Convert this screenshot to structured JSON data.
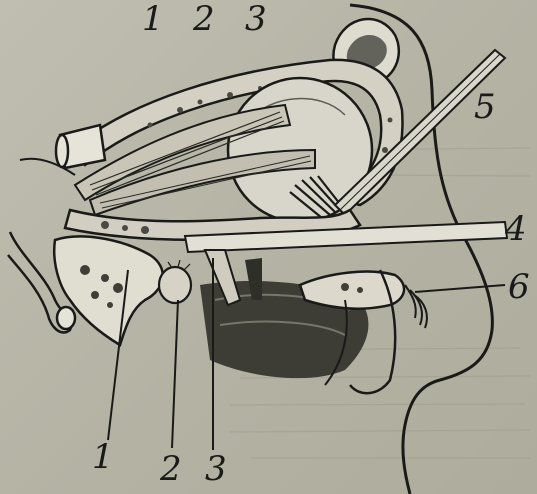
{
  "figure": {
    "top_labels": [
      "1",
      "2",
      "3"
    ],
    "right_labels": [
      "5",
      "4",
      "6"
    ],
    "bottom_labels": [
      "1",
      "2",
      "3"
    ]
  },
  "colors": {
    "paper": "#b7b5a6",
    "ink": "#1a1a18",
    "bone": "#e6e4d8",
    "dark_tissue": "#3a3a34"
  }
}
